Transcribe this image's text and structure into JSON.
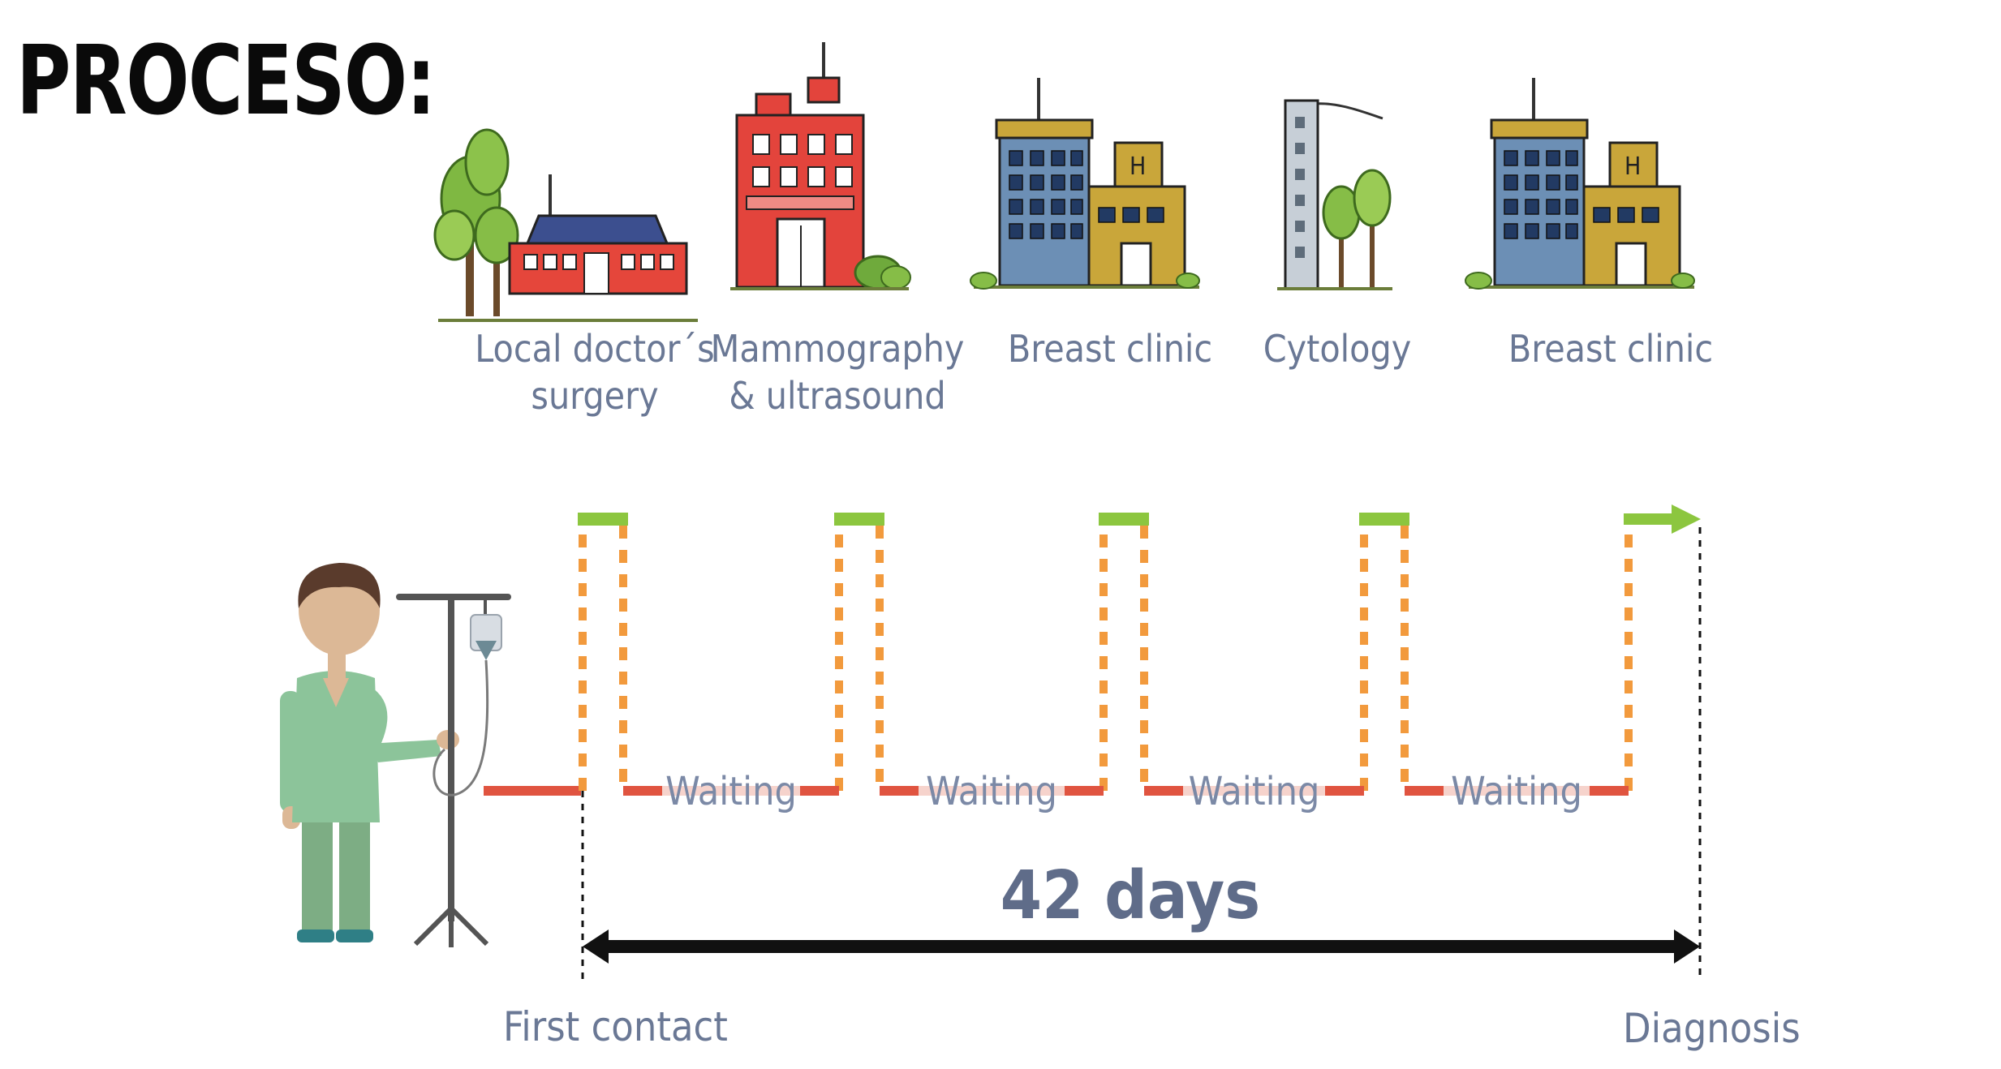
{
  "heading": "PROCESO:",
  "places": [
    {
      "lines": [
        "Local doctor´s",
        "surgery"
      ],
      "icon": "house-with-trees-icon"
    },
    {
      "lines": [
        "Mammography",
        "& ultrasound"
      ],
      "icon": "red-hospital-icon"
    },
    {
      "lines": [
        "Breast clinic"
      ],
      "icon": "hospital-complex-icon"
    },
    {
      "lines": [
        "Cytology"
      ],
      "icon": "lab-tower-icon"
    },
    {
      "lines": [
        "Breast clinic"
      ],
      "icon": "hospital-complex-icon"
    }
  ],
  "waiting_label": "Waiting",
  "waiting_count": 4,
  "duration_label": "42 days",
  "start_label": "First contact",
  "end_label": "Diagnosis",
  "colors": {
    "visit": "#8cc63f",
    "transit": "#f29a3d",
    "waiting": "#e05440",
    "waiting_fill": "#f6d3cc",
    "label": "#6a7895",
    "arrow": "#111111",
    "scrubs": "#8cc49a",
    "skin": "#dcb896"
  }
}
